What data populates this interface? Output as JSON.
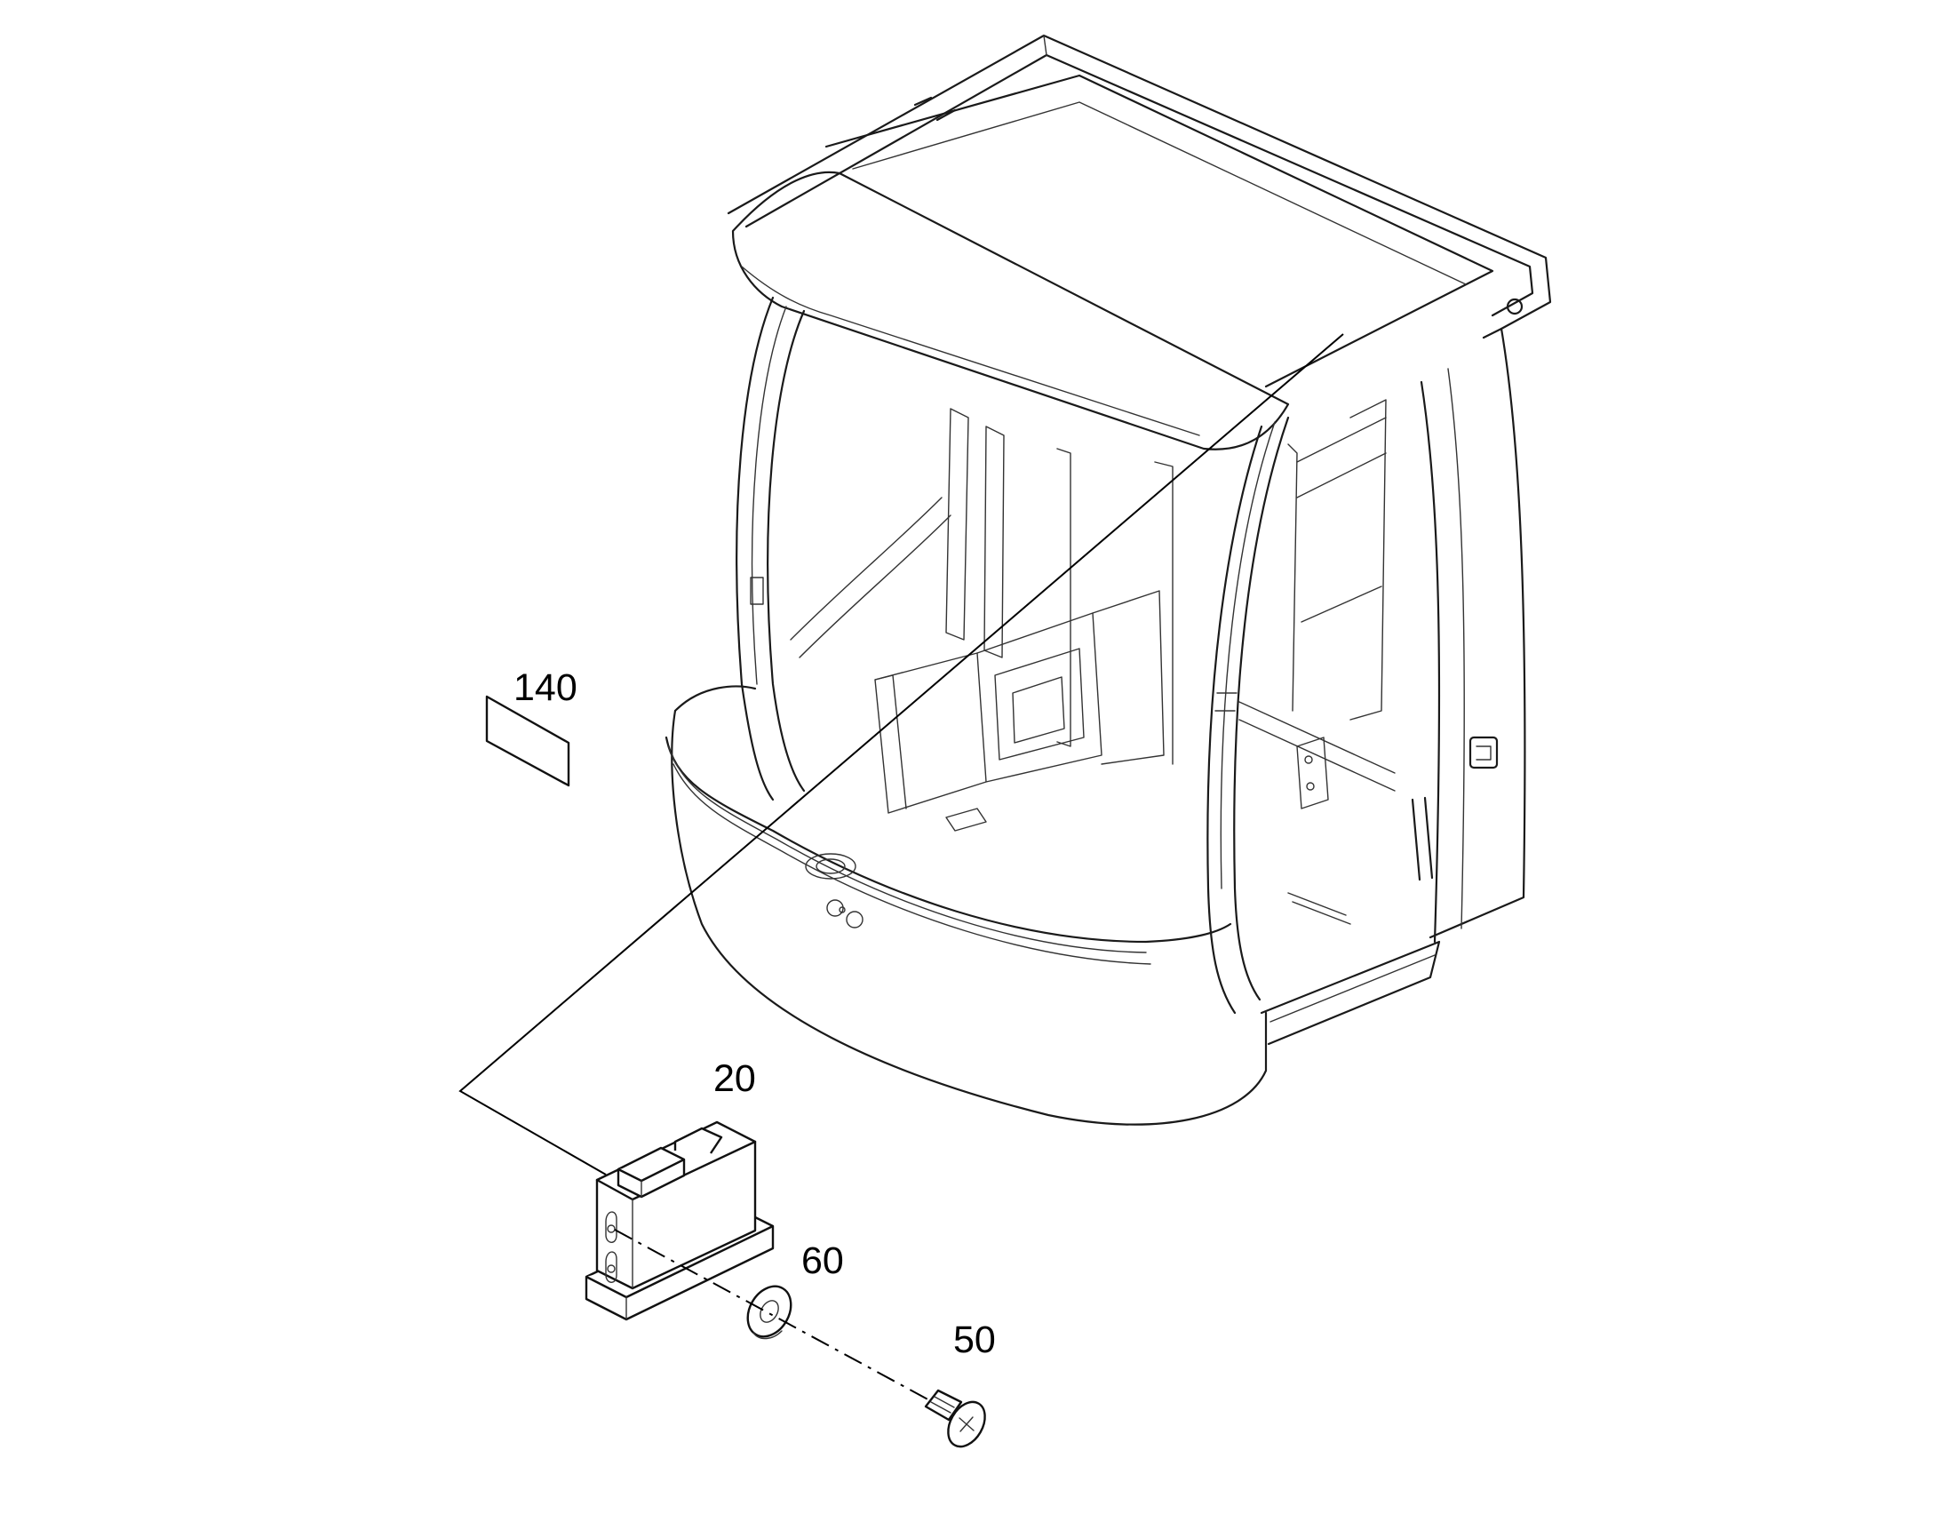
{
  "callouts": {
    "label_140": "140",
    "label_20": "20",
    "label_60": "60",
    "label_50": "50"
  },
  "colors": {
    "line": "#1a1a1a",
    "background": "#ffffff"
  }
}
